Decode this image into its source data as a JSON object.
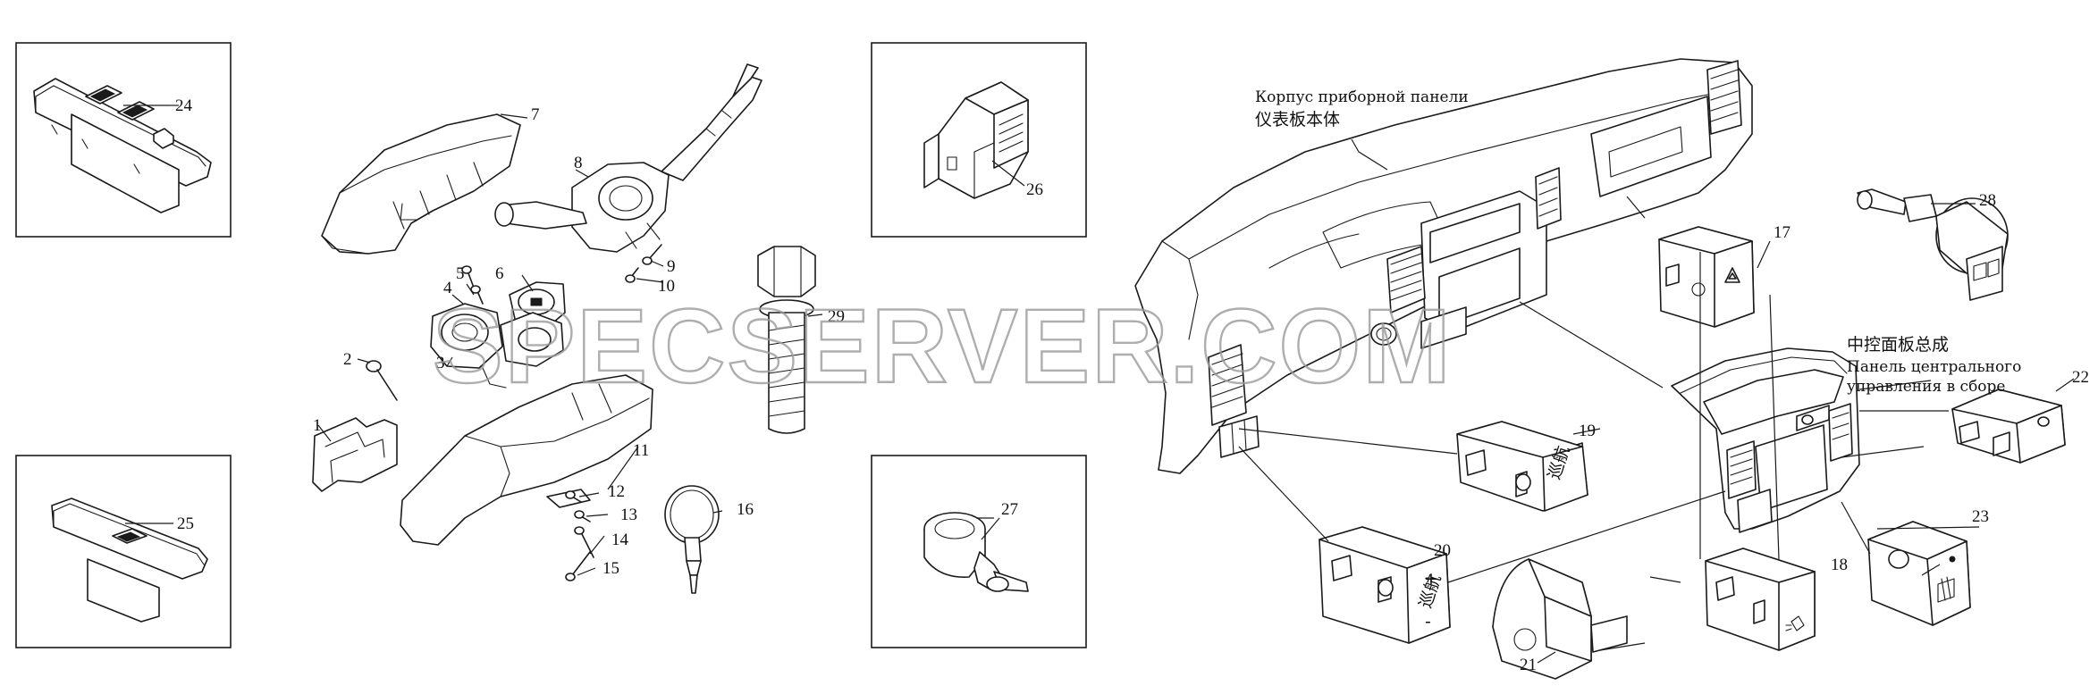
{
  "diagram": {
    "watermark": "SPECSERVER.COM",
    "captions": {
      "dashboard_ru": "Корпус приборной панели",
      "dashboard_cn": "仪表板本体",
      "center_panel_cn": "中控面板总成",
      "center_panel_ru_1": "Панель центрального",
      "center_panel_ru_2": "управления в сборе"
    },
    "part_numbers": [
      "1",
      "2",
      "3",
      "4",
      "5",
      "6",
      "7",
      "8",
      "9",
      "10",
      "11",
      "12",
      "13",
      "14",
      "15",
      "16",
      "17",
      "18",
      "19",
      "20",
      "21",
      "22",
      "23",
      "24",
      "25",
      "26",
      "27",
      "28",
      "29"
    ],
    "switch_glyphs": {
      "cruise": "巡航",
      "cruise_plus": "+",
      "cruise_minus": "-"
    }
  }
}
